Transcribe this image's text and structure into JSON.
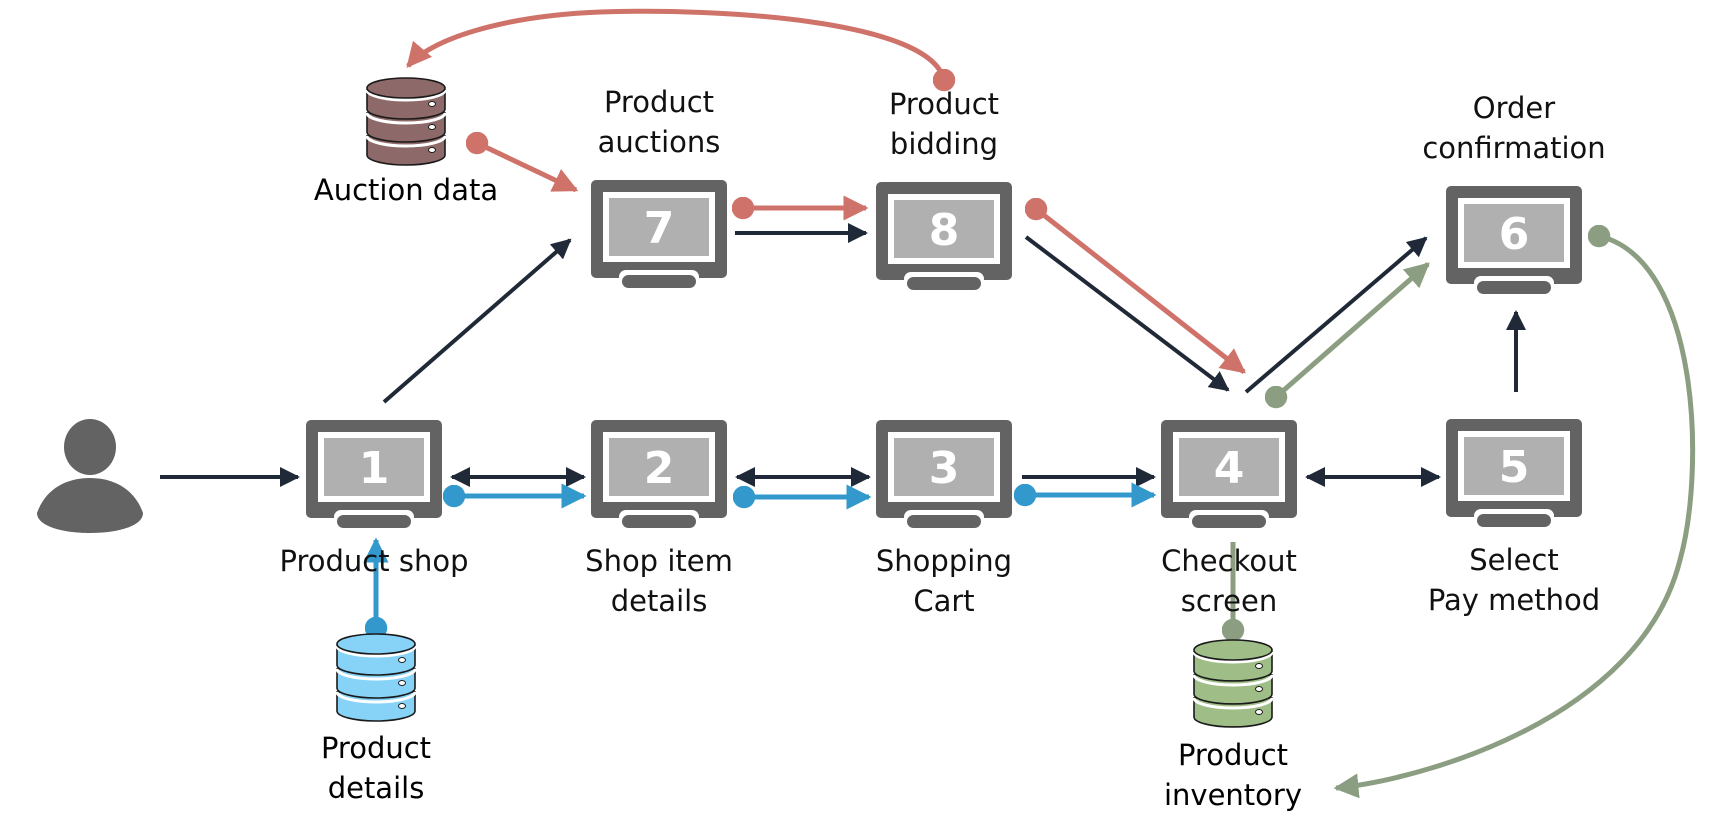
{
  "diagram": {
    "title": "Shop user journey with data stores",
    "colors": {
      "flow": "#1f2937",
      "auction": "#cf736a",
      "details": "#3399cc",
      "inventory": "#8c9e82",
      "monitor_frame": "#636363",
      "monitor_screen": "#b0b0b0",
      "person": "#636363",
      "db_auction_fill": "#8e6969",
      "db_details_fill": "#87d3f8",
      "db_inventory_fill": "#9fbe87"
    },
    "actor": {
      "icon": "person-icon"
    },
    "screens": [
      {
        "id": "1",
        "number": "1",
        "label_lines": [
          "Product shop"
        ]
      },
      {
        "id": "2",
        "number": "2",
        "label_lines": [
          "Shop item",
          "details"
        ]
      },
      {
        "id": "3",
        "number": "3",
        "label_lines": [
          "Shopping",
          "Cart"
        ]
      },
      {
        "id": "4",
        "number": "4",
        "label_lines": [
          "Checkout",
          "screen"
        ]
      },
      {
        "id": "5",
        "number": "5",
        "label_lines": [
          "Select",
          "Pay method"
        ]
      },
      {
        "id": "6",
        "number": "6",
        "label_lines": [
          "Order",
          "confirmation"
        ]
      },
      {
        "id": "7",
        "number": "7",
        "label_lines": [
          "Product",
          "auctions"
        ]
      },
      {
        "id": "8",
        "number": "8",
        "label_lines": [
          "Product",
          "bidding"
        ]
      }
    ],
    "databases": [
      {
        "id": "auction",
        "label_lines": [
          "Auction data"
        ]
      },
      {
        "id": "details",
        "label_lines": [
          "Product",
          "details"
        ]
      },
      {
        "id": "inventory",
        "label_lines": [
          "Product",
          "inventory"
        ]
      }
    ],
    "edges": [
      {
        "from": "user",
        "to": "1",
        "type": "flow",
        "direction": "forward"
      },
      {
        "from": "1",
        "to": "2",
        "type": "flow",
        "direction": "both"
      },
      {
        "from": "2",
        "to": "3",
        "type": "flow",
        "direction": "both"
      },
      {
        "from": "3",
        "to": "4",
        "type": "flow",
        "direction": "forward"
      },
      {
        "from": "4",
        "to": "5",
        "type": "flow",
        "direction": "both"
      },
      {
        "from": "5",
        "to": "6",
        "type": "flow",
        "direction": "forward"
      },
      {
        "from": "4",
        "to": "6",
        "type": "flow",
        "direction": "forward"
      },
      {
        "from": "1",
        "to": "7",
        "type": "flow",
        "direction": "forward"
      },
      {
        "from": "7",
        "to": "8",
        "type": "flow",
        "direction": "forward"
      },
      {
        "from": "8",
        "to": "4",
        "type": "flow",
        "direction": "forward"
      },
      {
        "from": "auction",
        "to": "7",
        "type": "auction",
        "direction": "forward"
      },
      {
        "from": "7",
        "to": "8",
        "type": "auction",
        "direction": "forward"
      },
      {
        "from": "8",
        "to": "4",
        "type": "auction",
        "direction": "forward"
      },
      {
        "from": "8",
        "to": "auction",
        "type": "auction",
        "direction": "forward"
      },
      {
        "from": "details",
        "to": "1",
        "type": "details",
        "direction": "forward"
      },
      {
        "from": "1",
        "to": "2",
        "type": "details",
        "direction": "forward"
      },
      {
        "from": "2",
        "to": "3",
        "type": "details",
        "direction": "forward"
      },
      {
        "from": "3",
        "to": "4",
        "type": "details",
        "direction": "forward"
      },
      {
        "from": "inventory",
        "to": "4",
        "type": "inventory",
        "direction": "forward"
      },
      {
        "from": "4",
        "to": "6",
        "type": "inventory",
        "direction": "forward"
      },
      {
        "from": "6",
        "to": "inventory",
        "type": "inventory",
        "direction": "forward"
      }
    ]
  }
}
